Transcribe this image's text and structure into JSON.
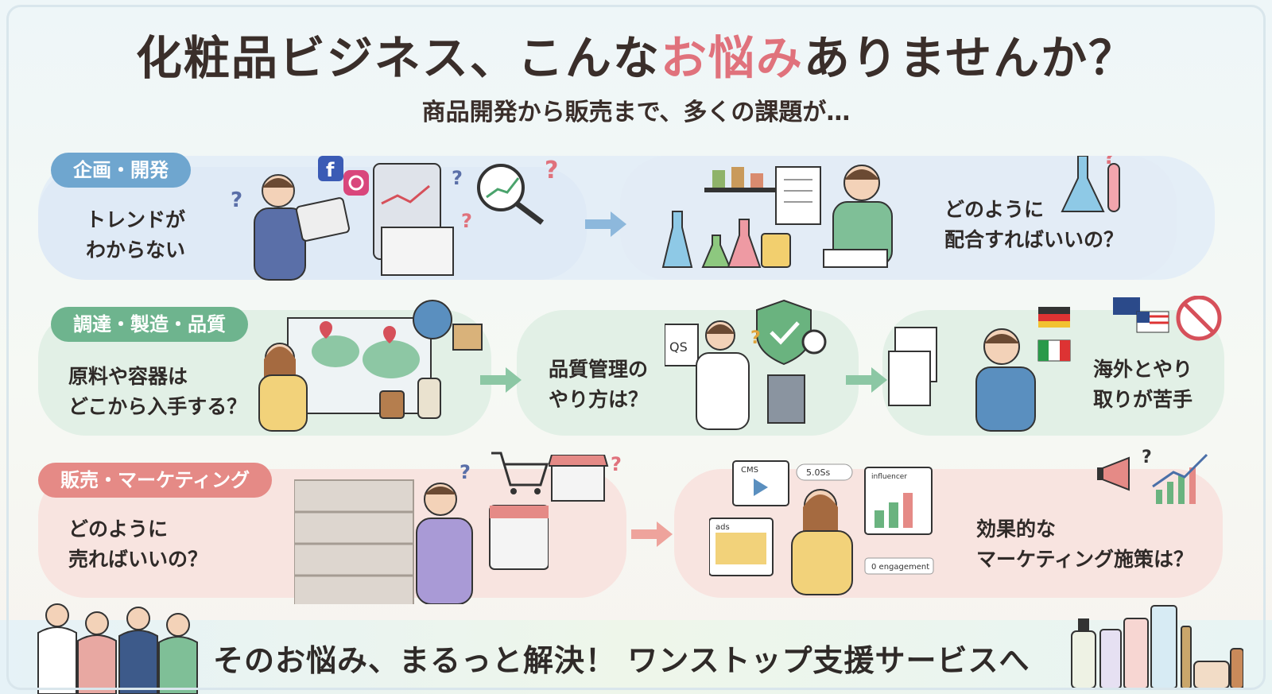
{
  "header": {
    "title_before": "化粧品ビジネス、こんな",
    "title_highlight": "お悩み",
    "title_after": "ありませんか？",
    "subtitle": "商品開発から販売まで、多くの課題が…"
  },
  "rows": [
    {
      "category": "企画・開発",
      "problems": [
        "トレンドが\nわからない",
        "どのように\n配合すればいいの？"
      ]
    },
    {
      "category": "調達・製造・品質",
      "problems": [
        "原料や容器は\nどこから入手する？",
        "品質管理の\nやり方は？",
        "海外とやり\n取りが苦手"
      ]
    },
    {
      "category": "販売・マーケティング",
      "problems": [
        "どのように\n売ればいいの？",
        "効果的な\nマーケティング施策は？"
      ]
    }
  ],
  "illustration_labels": {
    "qs": "QS",
    "engagement": "0 engagement",
    "likes": "5.0Ss",
    "influencer": "influencer",
    "ads": "ads",
    "cms": "CMS"
  },
  "footer": {
    "text": "そのお悩み、まるっと解決！ ワンストップ支援サービスへ"
  },
  "colors": {
    "accent": "#e0727c",
    "row1": "#6fa6cf",
    "row2": "#6eb48e",
    "row3": "#e58a86"
  }
}
